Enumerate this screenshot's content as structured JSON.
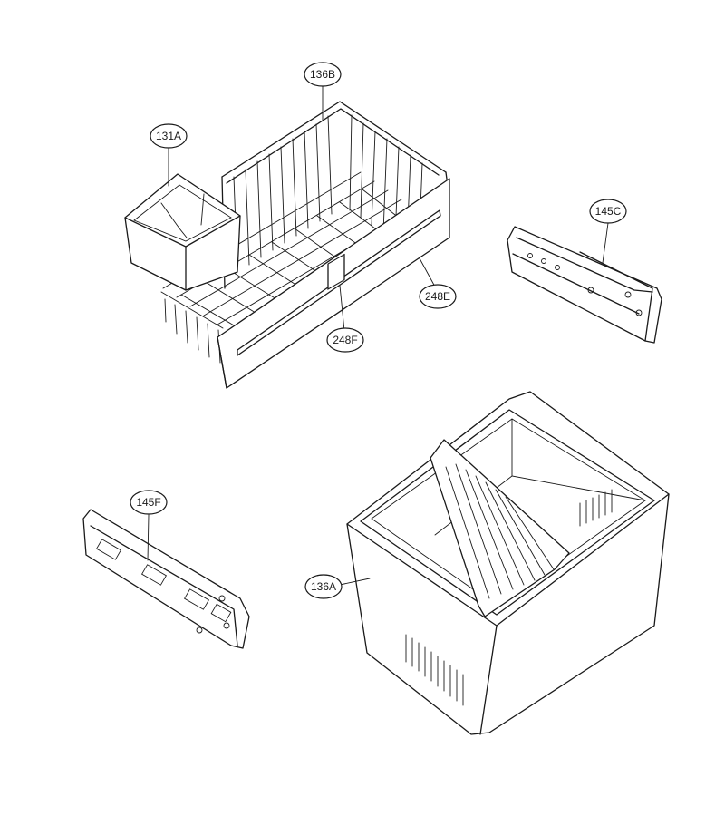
{
  "callouts": {
    "c136B": "136B",
    "c131A": "131A",
    "c145C": "145C",
    "c248E": "248E",
    "c248F": "248F",
    "c145F": "145F",
    "c136A": "136A"
  }
}
